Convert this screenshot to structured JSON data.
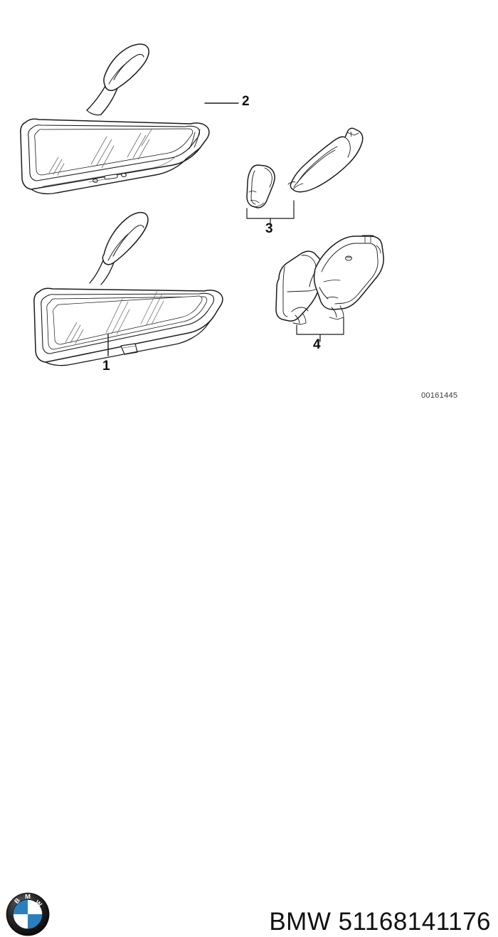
{
  "document": {
    "type": "parts-diagram",
    "background_color": "#ffffff",
    "line_color": "#1a1a1a",
    "diagram_id": "00161445"
  },
  "callouts": [
    {
      "number": "1",
      "target": "interior-rear-view-mirror-manual"
    },
    {
      "number": "2",
      "target": "interior-rear-view-mirror-auto-dimming"
    },
    {
      "number": "3",
      "target": "mirror-base-cover-set"
    },
    {
      "number": "4",
      "target": "mirror-mount-housing-set"
    }
  ],
  "parts": {
    "mirror_top": {
      "callout": "2",
      "name": "rear-view-mirror-ec-lmf"
    },
    "mirror_bottom": {
      "callout": "1",
      "name": "rear-view-mirror-standard"
    },
    "cover_set": {
      "callout": "3",
      "name": "cover-halves"
    },
    "housing_set": {
      "callout": "4",
      "name": "housing-halves"
    }
  },
  "footer": {
    "logo_name": "bmw-roundel",
    "logo_letters": {
      "b": "B",
      "m": "M",
      "w": "W"
    },
    "brand_label": "BMW 51168141176",
    "brand_colors": {
      "blue": "#1f6fb4",
      "white": "#ffffff",
      "black": "#151515"
    }
  }
}
